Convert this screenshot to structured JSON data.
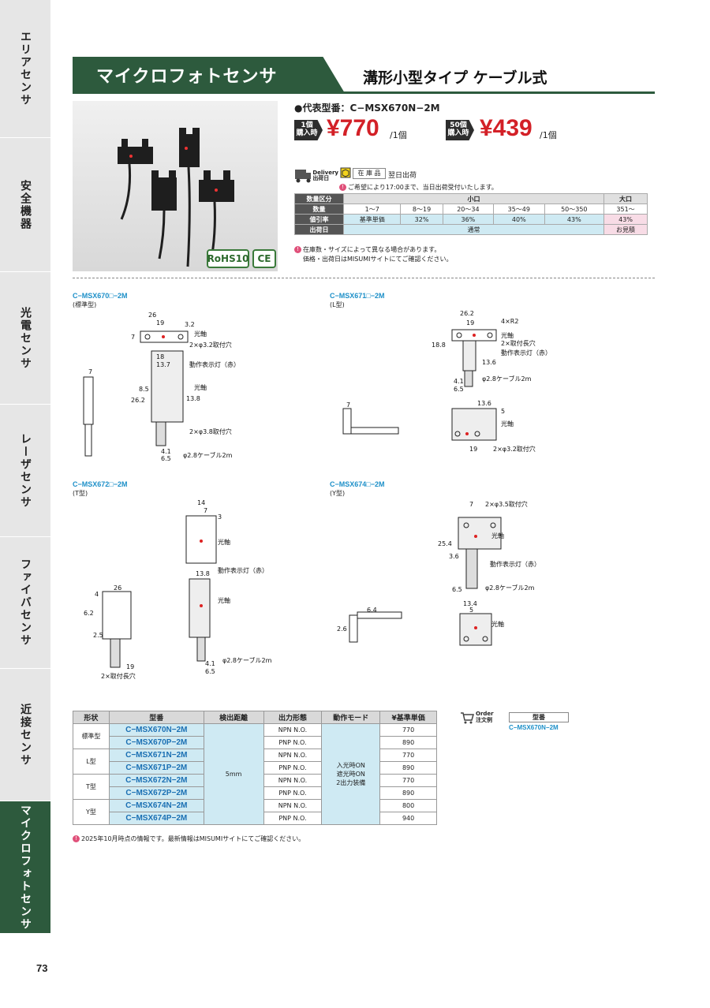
{
  "sidebar": {
    "tabs": [
      {
        "label": "エリアセンサ"
      },
      {
        "label": "安全機器"
      },
      {
        "label": "光電センサ"
      },
      {
        "label": "レーザセンサ"
      },
      {
        "label": "ファイバセンサ"
      },
      {
        "label": "近接センサ"
      },
      {
        "label": "マイクロフォトセンサ"
      }
    ],
    "active_index": 6
  },
  "page_number": "73",
  "header": {
    "title": "マイクロフォトセンサ",
    "subtitle": "溝形小型タイプ ケーブル式"
  },
  "badges": {
    "rohs": "RoHS10",
    "ce": "CE"
  },
  "pricing": {
    "rep_model": "●代表型番：C−MSX670N−2M",
    "tier1": {
      "qty_line1": "1個",
      "qty_line2": "購入時",
      "price": "¥770",
      "per": "/1個"
    },
    "tier2": {
      "qty_line1": "50個",
      "qty_line2": "購入時",
      "price": "¥439",
      "per": "/1個"
    }
  },
  "delivery": {
    "label_en": "Delivery",
    "label_jp": "出荷日",
    "stock_label": "在 庫 品",
    "next_day": "翌日出荷",
    "note": "ご希望により17:00まで、当日出荷受付いたします。"
  },
  "qty_table": {
    "row_header": {
      "label": "数量区分",
      "small": "小口",
      "large": "大口"
    },
    "rows": [
      {
        "label": "数量",
        "cells": [
          "1〜7",
          "8〜19",
          "20〜34",
          "35〜49",
          "50〜350",
          "351〜"
        ]
      },
      {
        "label": "値引率",
        "cells": [
          "基準単価",
          "32%",
          "36%",
          "40%",
          "43%",
          "43%"
        ]
      },
      {
        "label": "出荷日",
        "cells": [
          "通常",
          "お見積"
        ]
      }
    ],
    "notes": [
      "在庫数・サイズによって異なる場合があります。",
      "価格・出荷日はMISUMIサイトにてご確認ください。"
    ]
  },
  "diagrams": [
    {
      "title": "C−MSX670□−2M",
      "sub": "(標準型)"
    },
    {
      "title": "C−MSX671□−2M",
      "sub": "(L型)"
    },
    {
      "title": "C−MSX672□−2M",
      "sub": "(T型)"
    },
    {
      "title": "C−MSX674□−2M",
      "sub": "(Y型)"
    }
  ],
  "dim_labels": {
    "optical_axis": "光軸",
    "indicator": "動作表示灯（赤）",
    "mount_32": "2×φ3.2取付穴",
    "mount_38": "2×φ3.8取付穴",
    "mount_35": "2×φ3.5取付穴",
    "long_hole": "2×取付長穴",
    "long_hole2": "2×取付長穴",
    "cable": "φ2.8ケーブル2m",
    "r2": "4×R2"
  },
  "spec_table": {
    "headers": [
      "形状",
      "型番",
      "検出距離",
      "出力形態",
      "動作モード",
      "¥基準単価"
    ],
    "shapes": [
      "標準型",
      "L型",
      "T型",
      "Y型"
    ],
    "models": [
      "C−MSX670N−2M",
      "C−MSX670P−2M",
      "C−MSX671N−2M",
      "C−MSX671P−2M",
      "C−MSX672N−2M",
      "C−MSX672P−2M",
      "C−MSX674N−2M",
      "C−MSX674P−2M"
    ],
    "outputs": [
      "NPN N.O.",
      "PNP N.O.",
      "NPN N.O.",
      "PNP N.O.",
      "NPN N.O.",
      "PNP N.O.",
      "NPN N.O.",
      "PNP N.O."
    ],
    "prices": [
      "770",
      "890",
      "770",
      "890",
      "770",
      "890",
      "800",
      "940"
    ],
    "distance": "5mm",
    "mode_lines": [
      "入光時ON",
      "遮光時ON",
      "2出力装備"
    ],
    "note": "2025年10月時点の情報です。最新情報はMISUMIサイトにてご確認ください。"
  },
  "order": {
    "label_en": "Order",
    "label_jp": "注文例",
    "title": "型番",
    "value": "C−MSX670N−2M"
  },
  "colors": {
    "brand_green": "#2d5a3d",
    "price_red": "#d32027",
    "model_blue": "#1a6fb3",
    "cell_blue": "#cfeaf3",
    "cell_pink": "#f8dce6"
  }
}
